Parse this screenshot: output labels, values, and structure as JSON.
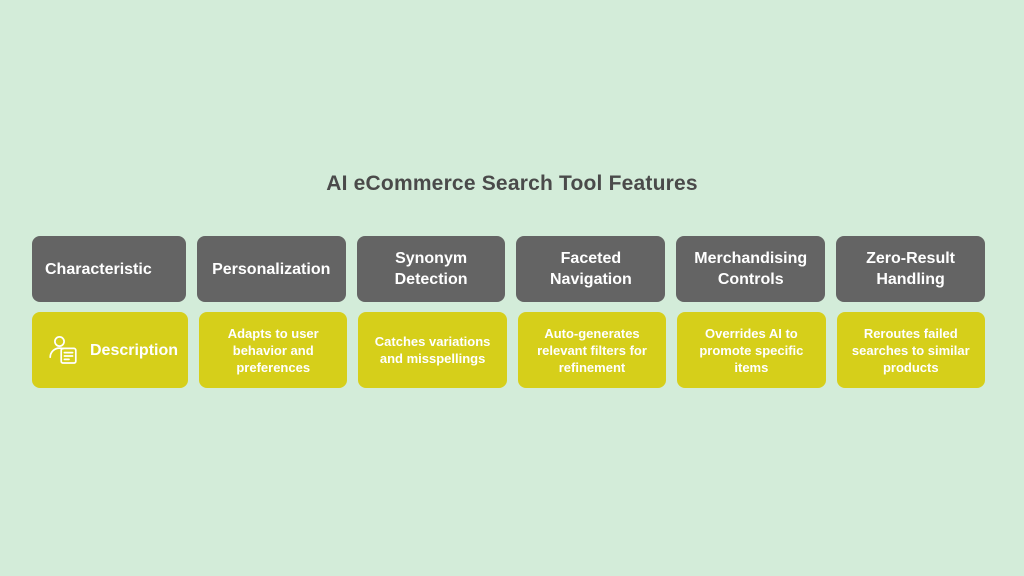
{
  "title": "AI eCommerce Search Tool Features",
  "colors": {
    "background": "#d3ecd9",
    "header_cell": "#646464",
    "description_cell": "#d6cf1a",
    "text": "#ffffff",
    "title_text": "#4a4a4a"
  },
  "table": {
    "header_row": [
      {
        "label": "Characteristic"
      },
      {
        "label": "Personalization"
      },
      {
        "label": "Synonym Detection"
      },
      {
        "label": "Faceted Navigation"
      },
      {
        "label": "Merchandising Controls"
      },
      {
        "label": "Zero-Result Handling"
      }
    ],
    "description_row": [
      {
        "label": "Description",
        "icon": "user-document-icon"
      },
      {
        "label": "Adapts to user behavior and preferences"
      },
      {
        "label": "Catches variations and misspellings"
      },
      {
        "label": "Auto-generates relevant filters for refinement"
      },
      {
        "label": "Overrides AI to promote specific items"
      },
      {
        "label": "Reroutes failed searches to similar products"
      }
    ]
  }
}
